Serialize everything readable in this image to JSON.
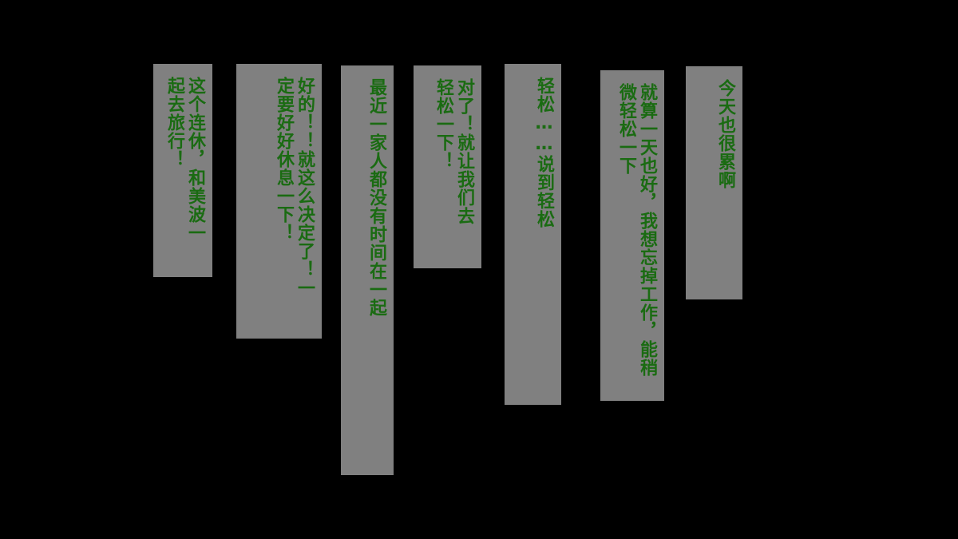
{
  "text_color": "#1a6b12",
  "box_color": "#808080",
  "background_color": "#000000",
  "bubbles": [
    {
      "lines": [
        "今天也很累啊"
      ]
    },
    {
      "lines": [
        "就算一天也好，我想忘掉工作，能稍",
        "微轻松一下"
      ]
    },
    {
      "lines": [
        "轻松……说到轻松"
      ]
    },
    {
      "lines": [
        "对了！就让我们去",
        "轻松一下！"
      ]
    },
    {
      "lines": [
        "最近一家人都没有时间在一起"
      ]
    },
    {
      "lines": [
        "好的！！就这么决定了！一",
        "定要好好休息一下！"
      ]
    },
    {
      "lines": [
        "这个连休，和美波一",
        "起去旅行！"
      ]
    }
  ]
}
